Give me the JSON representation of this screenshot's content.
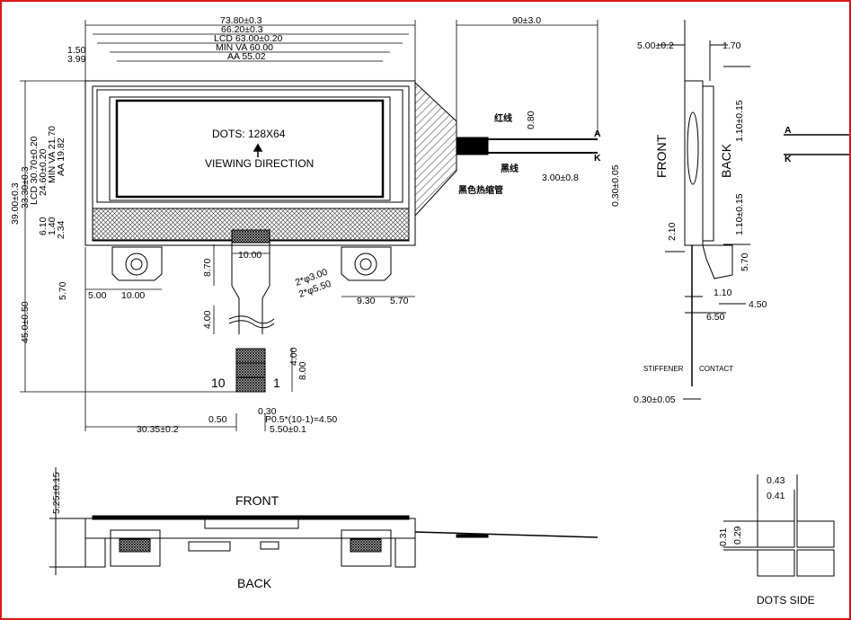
{
  "colors": {
    "frame": "#d81818",
    "line": "#000000",
    "hatch": "#444444"
  },
  "overall_dims": {
    "outline_width": "73.80±0.3",
    "bezel_width": "66.20±0.3",
    "lcd": "LCD 63.00±0.20",
    "min_va": "MIN VA 60.00",
    "aa": "AA 55.02",
    "offset_1_50": "1.50",
    "offset_3_99": "3.99",
    "wire_length": "90±3.0"
  },
  "vertical_dims": {
    "outline_height": "39.00±0.3",
    "h_33_30": "33.30±0.3",
    "h_lcd": "LCD 30.70±0.20",
    "h_24_60": "24.60±0.20",
    "min_va": "MIN VA 21.70",
    "aa": "AA 19.82",
    "h_6_10": "6.10",
    "h_1_40": "1.40",
    "h_2_34": "2.34",
    "h_5_70": "5.70",
    "total": "45.0±0.50"
  },
  "screen": {
    "dots": "DOTS:   128X64",
    "viewing": "VIEWING  DIRECTION"
  },
  "wires": {
    "red": "红线",
    "black": "黑线",
    "sleeve": "黑色热缩管",
    "pitch": "0.80",
    "strip": "3.00±0.8",
    "thick": "0.30±0.05",
    "anode": "A",
    "cathode": "K"
  },
  "lower_dims": {
    "fpc_width": "10.00",
    "fpc_len": "8.70",
    "fpc_bend": "4.00",
    "left_5": "5.00",
    "left_10": "10.00",
    "hole_small": "2*φ3.00",
    "hole_big": "2*φ5.50",
    "right_9_30": "9.30",
    "right_5_70": "5.70",
    "pin_10": "10",
    "pin_1": "1",
    "c_4_00": "4.00",
    "c_8_00": "8.00",
    "pitch_0_30": "0.30",
    "pitch_0_50": "0.50",
    "pitch_formula": "P0.5*(10-1)=4.50",
    "offset_30_35": "30.35±0.2",
    "offset_5_50": "5.50±0.1"
  },
  "side_view": {
    "w_5_00": "5.00±0.2",
    "w_1_70": "1.70",
    "t_1_10_a": "1.10±0.15",
    "t_1_10_b": "1.10±0.15",
    "front": "FRONT",
    "back": "BACK",
    "h_2_10": "2.10",
    "h_5_70": "5.70",
    "w_1_10": "1.10",
    "w_6_50": "6.50",
    "w_4_50": "4.50",
    "stiffener": "STIFFENER",
    "contact": "CONTACT",
    "t_0_30": "0.30±0.05",
    "a_label": "A",
    "k_label": "K"
  },
  "bottom_view": {
    "front": "FRONT",
    "back": "BACK",
    "h_5_25": "5.25±0.15"
  },
  "dots_side": {
    "label": "DOTS  SIDE",
    "w_0_43": "0.43",
    "w_0_41": "0.41",
    "h_0_31": "0.31",
    "h_0_29": "0.29"
  }
}
